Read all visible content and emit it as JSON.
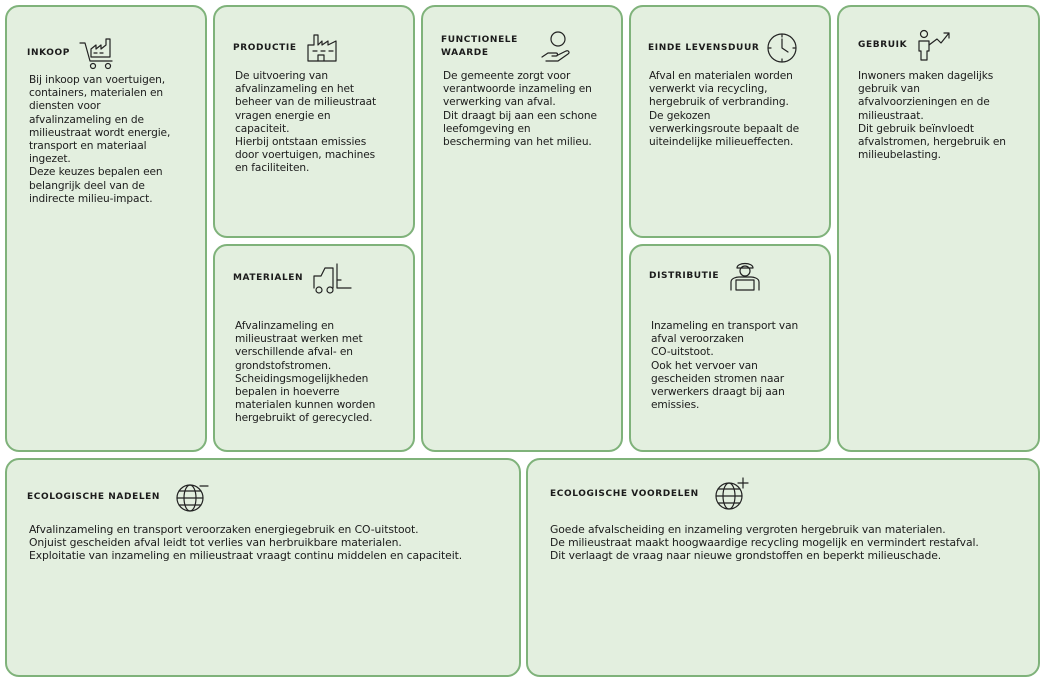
{
  "cards": {
    "inkoop": {
      "title": "INKOOP",
      "icon": "shopping-cart-factory-icon",
      "text": "Bij inkoop van voertuigen,\ncontainers, materialen en\ndiensten voor\nafvalinzameling en de\nmilieustraat wordt energie,\ntransport en materiaal\ningezet.\nDeze keuzes bepalen een\nbelangrijk deel van de\nindirecte milieu-impact."
    },
    "productie": {
      "title": "PRODUCTIE",
      "icon": "factory-icon",
      "text": "De uitvoering van\nafvalinzameling en het\nbeheer van de milieustraat\nvragen energie en\ncapaciteit.\nHierbij ontstaan emissies\ndoor voertuigen, machines\nen faciliteiten."
    },
    "materialen": {
      "title": "MATERIALEN",
      "icon": "forklift-icon",
      "text": "Afvalinzameling en\nmilieustraat werken met\nverschillende afval- en\ngrondstofstromen.\nScheidingsmogelijkheden\nbepalen in hoeverre\nmaterialen kunnen worden\nhergebruikt of gerecycled."
    },
    "functionele_waarde": {
      "title": "FUNCTIONELE\nWAARDE",
      "icon": "hand-with-person-icon",
      "text": "De gemeente zorgt voor\nverantwoorde inzameling en\nverwerking van afval.\nDit draagt bij aan een schone\nleefomgeving en\nbescherming van het milieu."
    },
    "einde_levensduur": {
      "title": "EINDE LEVENSDUUR",
      "icon": "clock-icon",
      "text": "Afval en materialen worden\nverwerkt via recycling,\nhergebruik of verbranding.\nDe gekozen\nverwerkingsroute bepaalt de\nuiteindelijke milieueffecten."
    },
    "distributie": {
      "title": "DISTRIBUTIE",
      "icon": "delivery-person-icon",
      "text": "Inzameling en transport van\nafval veroorzaken\nCO-uitstoot.\nOok het vervoer van\ngescheiden stromen naar\nverwerkers draagt bij aan\nemissies."
    },
    "gebruik": {
      "title": "GEBRUIK",
      "icon": "person-growth-icon",
      "text": "Inwoners maken dagelijks\ngebruik van\nafvalvoorzieningen en de\nmilieustraat.\nDit gebruik beïnvloedt\nafvalstromen, hergebruik en\nmilieubelasting."
    },
    "nadelen": {
      "title": "ECOLOGISCHE NADELEN",
      "icon": "globe-minus-icon",
      "text": "Afvalinzameling en transport veroorzaken energiegebruik en CO-uitstoot.\nOnjuist gescheiden afval leidt tot verlies van herbruikbare materialen.\nExploitatie van inzameling en milieustraat vraagt continu middelen en capaciteit."
    },
    "voordelen": {
      "title": "ECOLOGISCHE VOORDELEN",
      "icon": "globe-plus-icon",
      "text": "Goede afvalscheiding en inzameling vergroten hergebruik van materialen.\nDe milieustraat maakt hoogwaardige recycling mogelijk en vermindert restafval.\nDit verlaagt de vraag naar nieuwe grondstoffen en beperkt milieuschade."
    }
  },
  "colors": {
    "card_fill": "#e3efdf",
    "card_border": "#7fb27a",
    "text": "#1b1b1b"
  }
}
